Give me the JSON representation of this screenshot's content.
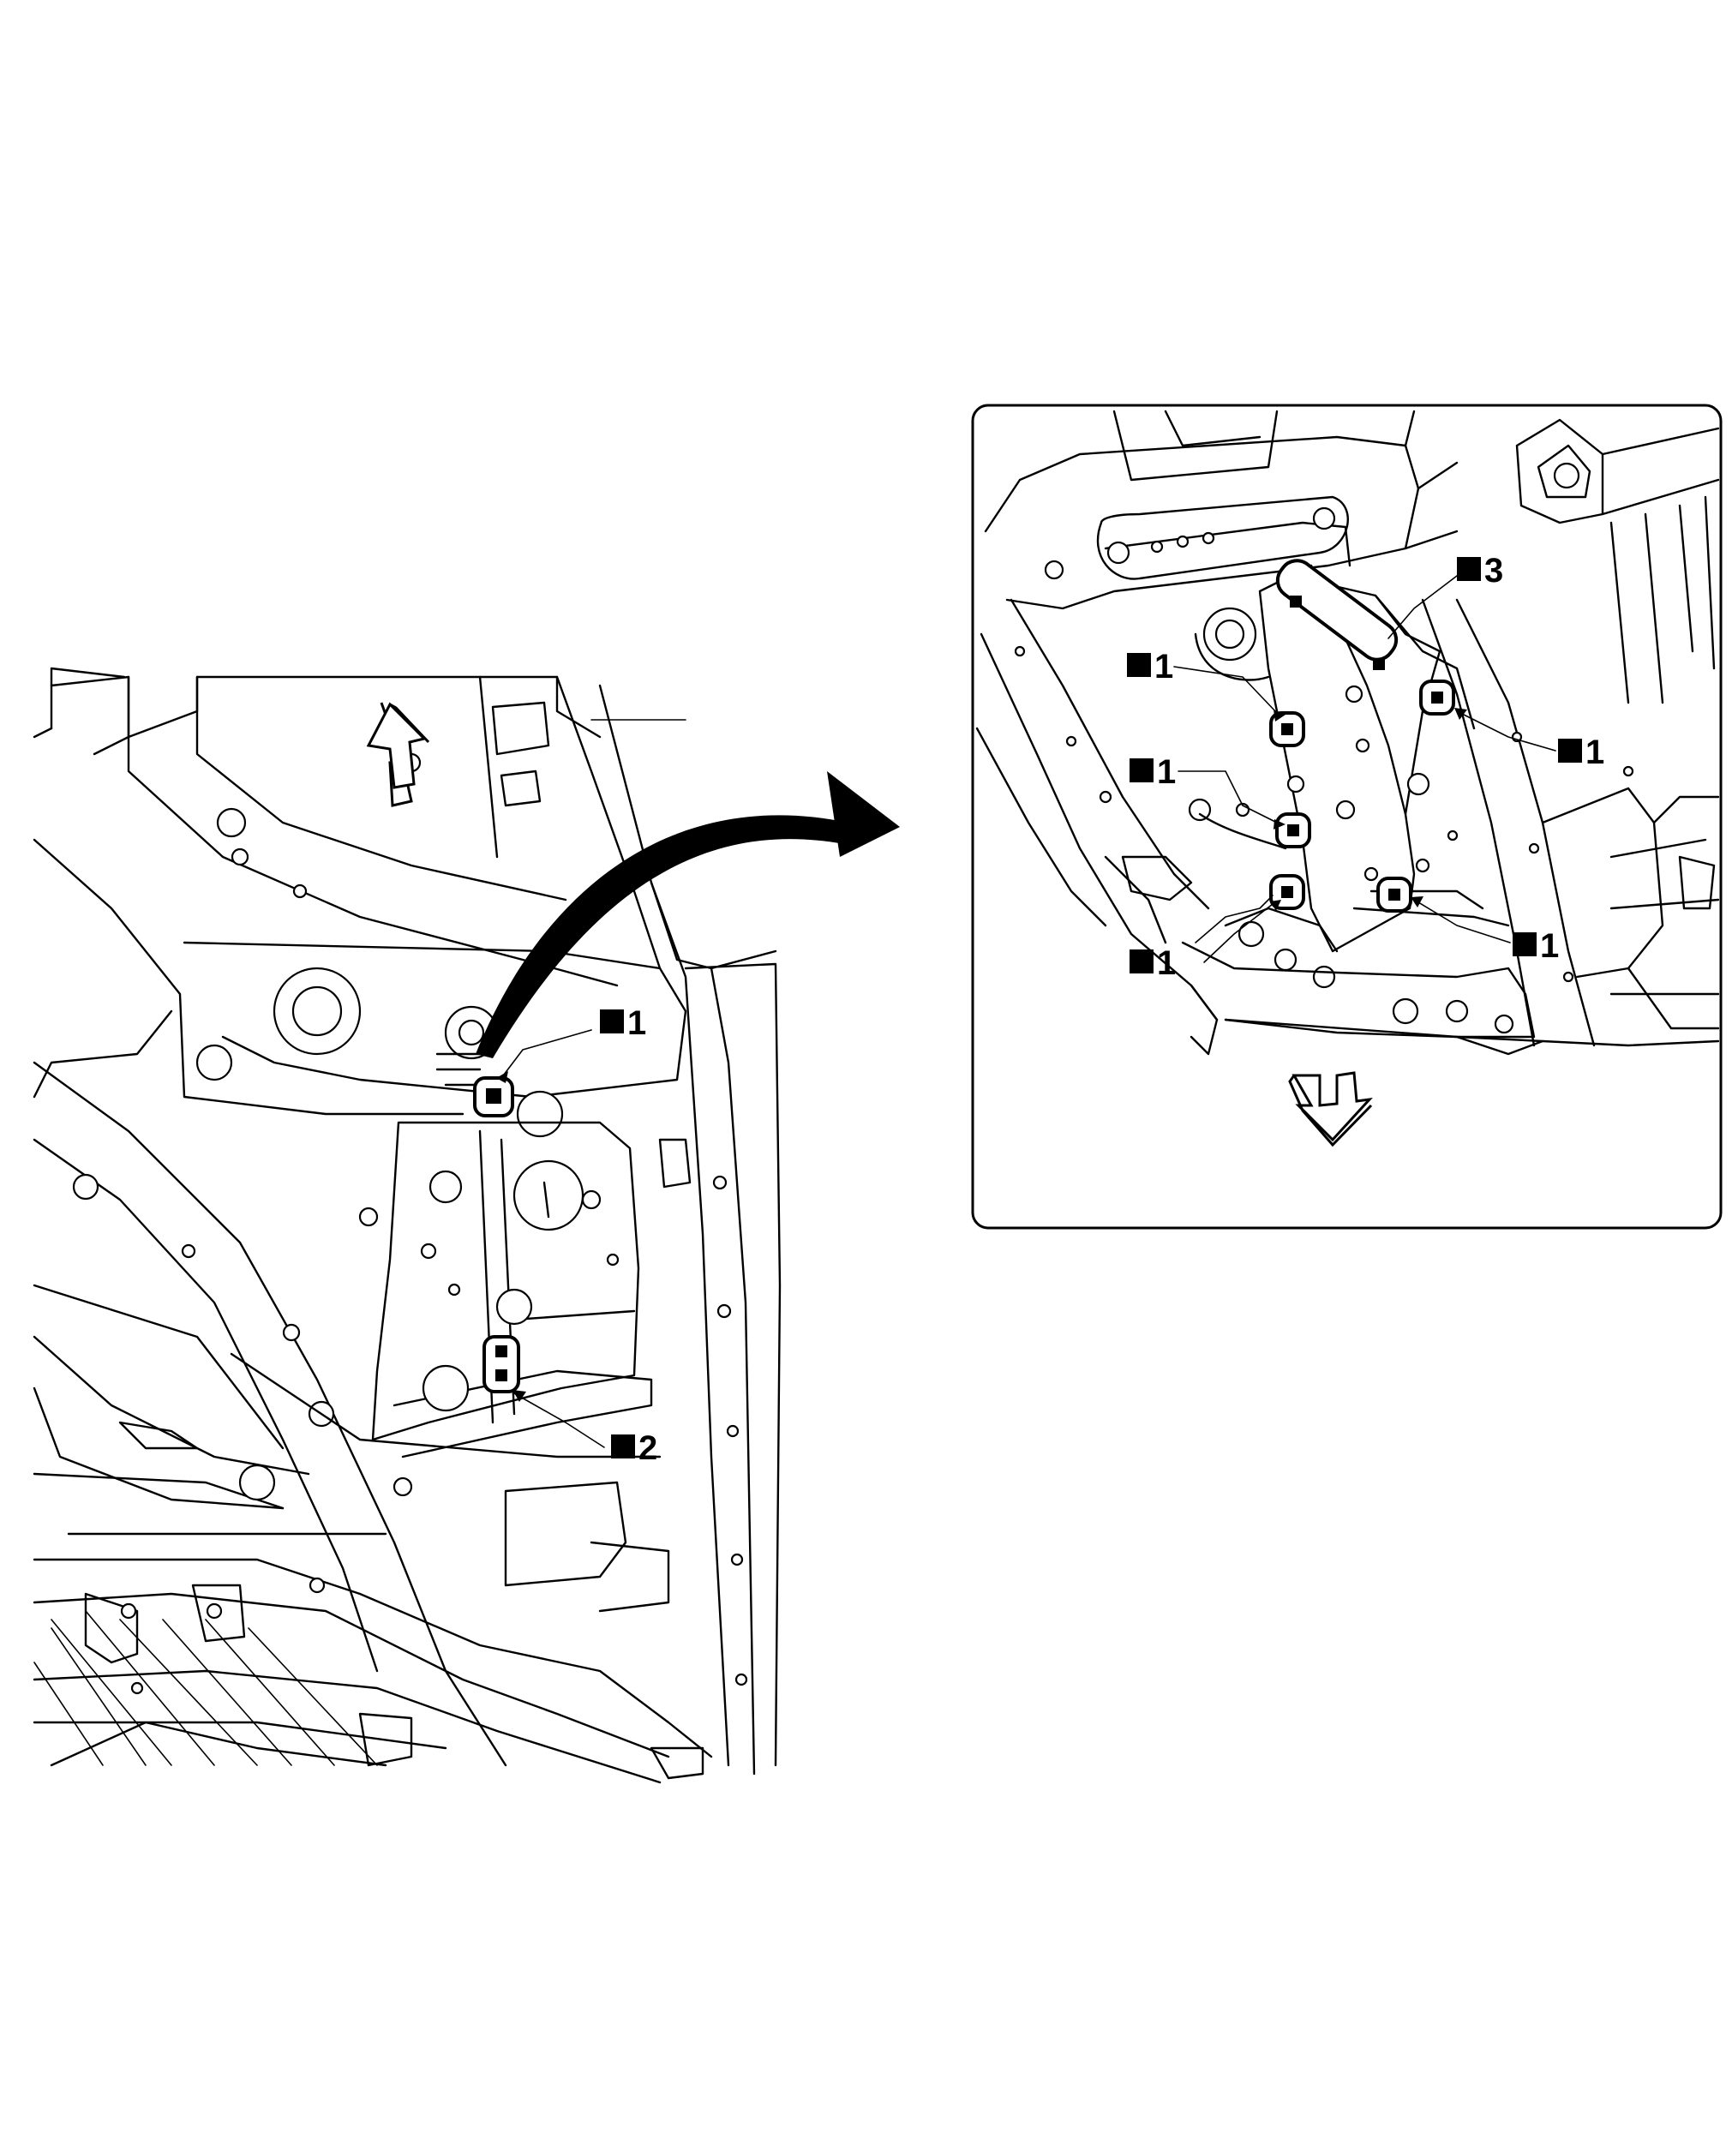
{
  "figure": {
    "main_view": {
      "callouts": [
        {
          "id": "callout-1",
          "marker_icon": "black-square",
          "text": "1"
        },
        {
          "id": "callout-2",
          "marker_icon": "black-square",
          "text": "2"
        }
      ],
      "direction_arrow_icon": "up-arrow-icon"
    },
    "detail_view": {
      "callouts": [
        {
          "id": "callout-3",
          "marker_icon": "black-square",
          "text": "3"
        },
        {
          "id": "callout-1a",
          "marker_icon": "black-square",
          "text": "1"
        },
        {
          "id": "callout-1b",
          "marker_icon": "black-square",
          "text": "1"
        },
        {
          "id": "callout-1c",
          "marker_icon": "black-square",
          "text": "1"
        },
        {
          "id": "callout-1d",
          "marker_icon": "black-square",
          "text": "1"
        },
        {
          "id": "callout-1e",
          "marker_icon": "black-square",
          "text": "1"
        }
      ],
      "direction_arrow_icon": "down-arrow-icon"
    },
    "zoom_arrow_icon": "curved-arrow-icon",
    "colors": {
      "ink": "#000000",
      "paper": "#ffffff"
    }
  }
}
